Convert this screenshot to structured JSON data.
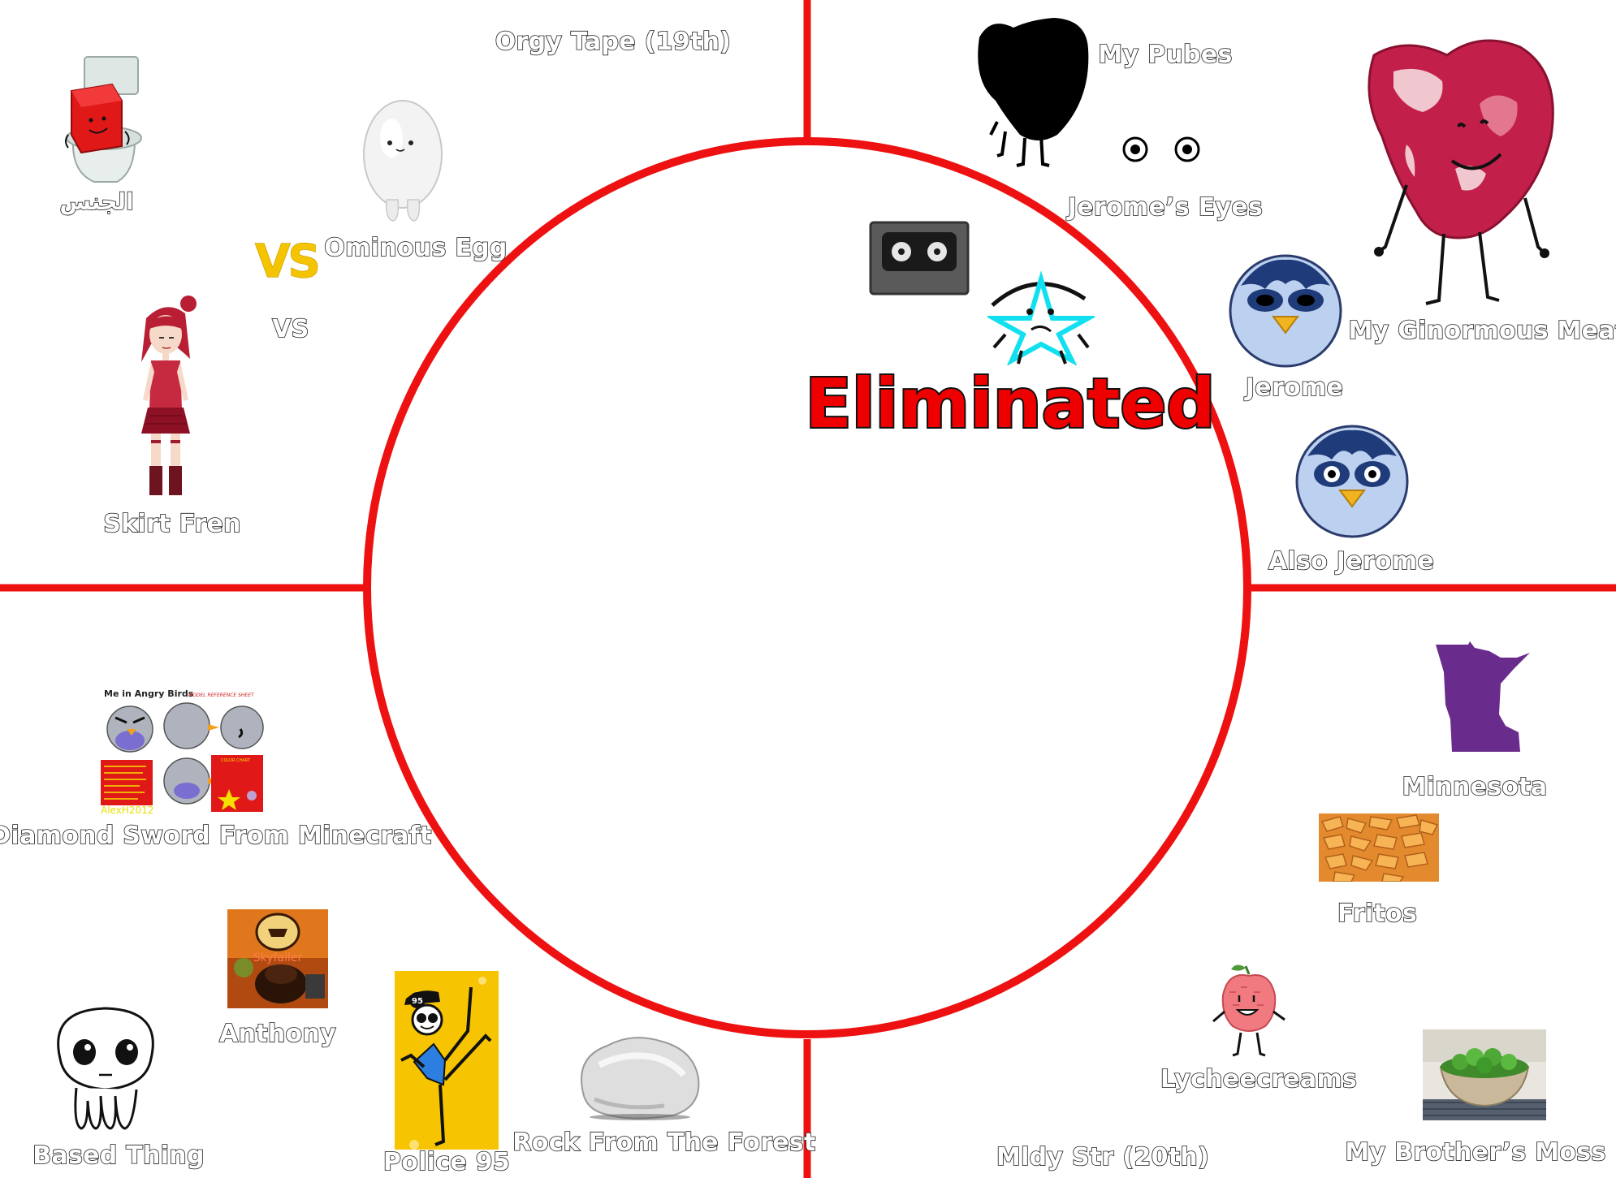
{
  "labels": {
    "orgy_tape": "Orgy Tape (19th)",
    "arabic": "الجنس",
    "ominous_egg": "Ominous Egg",
    "vs_small": "VS",
    "skirt_fren": "Skirt Fren",
    "my_pubes": "My Pubes",
    "jeromes_eyes": "Jerome’s Eyes",
    "my_ginormous_meat": "My Ginormous Meat",
    "jerome": "Jerome",
    "also_jerome": "Also Jerome",
    "eliminated": "Eliminated",
    "minnesota": "Minnesota",
    "fritos": "Fritos",
    "lycheecreams": "Lycheecreams",
    "mldy_str": "Mldy Str (20th)",
    "my_brothers_moss": "My Brother’s Moss",
    "diamond_sword": "Diamond Sword From Minecraft",
    "anthony": "Anthony",
    "based_thing": "Based Thing",
    "police_95": "Police 95",
    "rock": "Rock From The Forest"
  },
  "vs_logo": "VS",
  "angry_birds_sheet": {
    "title": "Me in Angry Birds",
    "subtitle": "MODEL REFERENCE SHEET",
    "signature": "AlexH2012",
    "color_chart": "COLOR CHART"
  },
  "anthony_card": {
    "caption": "Skyfaller"
  },
  "police_badge": "95",
  "colors": {
    "divider": "#ee1111",
    "label_fill": "#ffffff",
    "label_outline": "#1a1a1a",
    "eliminated": "#ee0000",
    "vs_gold": "#f4c400",
    "minnesota": "#6a2c8c",
    "meat": "#c2204a"
  },
  "icons": [
    "toilet-cube-icon",
    "egg-icon",
    "skirt-girl-icon",
    "pubes-icon",
    "eyes-icon",
    "meat-icon",
    "penguin-icon",
    "penguin-icon-2",
    "cassette-icon",
    "star-creature-icon",
    "minnesota-icon",
    "fritos-icon",
    "lychee-icon",
    "moss-icon",
    "angry-birds-icon",
    "anthony-icon",
    "based-thing-icon",
    "police-icon",
    "rock-icon"
  ]
}
